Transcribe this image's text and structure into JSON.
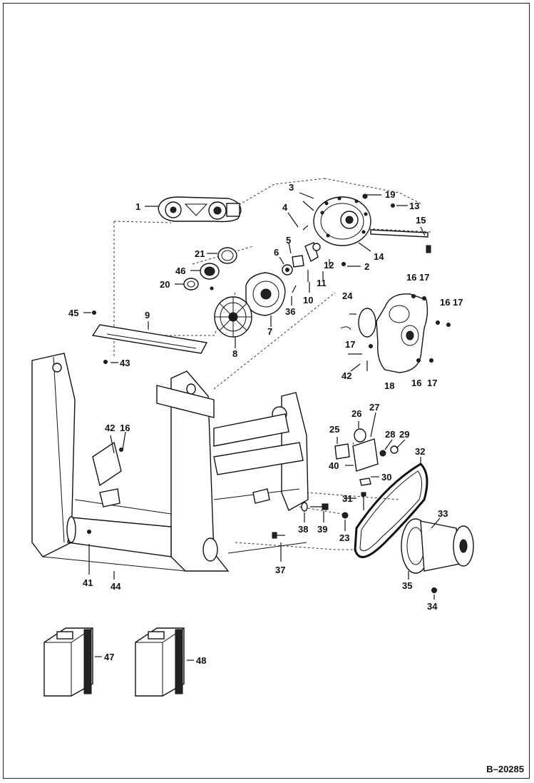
{
  "reference_code": "B–20285",
  "callouts": [
    {
      "id": "c1",
      "text": "1"
    },
    {
      "id": "c2",
      "text": "2"
    },
    {
      "id": "c3",
      "text": "3"
    },
    {
      "id": "c4",
      "text": "4"
    },
    {
      "id": "c5",
      "text": "5"
    },
    {
      "id": "c6",
      "text": "6"
    },
    {
      "id": "c7",
      "text": "7"
    },
    {
      "id": "c8",
      "text": "8"
    },
    {
      "id": "c9",
      "text": "9"
    },
    {
      "id": "c10",
      "text": "10"
    },
    {
      "id": "c11",
      "text": "11"
    },
    {
      "id": "c12",
      "text": "12"
    },
    {
      "id": "c13",
      "text": "13"
    },
    {
      "id": "c14",
      "text": "14"
    },
    {
      "id": "c15",
      "text": "15"
    },
    {
      "id": "c16a",
      "text": "16"
    },
    {
      "id": "c17a",
      "text": "17"
    },
    {
      "id": "c16b",
      "text": "16"
    },
    {
      "id": "c17b",
      "text": "17"
    },
    {
      "id": "c16c",
      "text": "16"
    },
    {
      "id": "c17c",
      "text": "17"
    },
    {
      "id": "c16d",
      "text": "16"
    },
    {
      "id": "c17d",
      "text": "17"
    },
    {
      "id": "c18",
      "text": "18"
    },
    {
      "id": "c19",
      "text": "19"
    },
    {
      "id": "c20",
      "text": "20"
    },
    {
      "id": "c21",
      "text": "21"
    },
    {
      "id": "c23",
      "text": "23"
    },
    {
      "id": "c24",
      "text": "24"
    },
    {
      "id": "c25",
      "text": "25"
    },
    {
      "id": "c26",
      "text": "26"
    },
    {
      "id": "c27",
      "text": "27"
    },
    {
      "id": "c28",
      "text": "28"
    },
    {
      "id": "c29",
      "text": "29"
    },
    {
      "id": "c30",
      "text": "30"
    },
    {
      "id": "c31",
      "text": "31"
    },
    {
      "id": "c32",
      "text": "32"
    },
    {
      "id": "c33",
      "text": "33"
    },
    {
      "id": "c34",
      "text": "34"
    },
    {
      "id": "c35",
      "text": "35"
    },
    {
      "id": "c36",
      "text": "36"
    },
    {
      "id": "c37",
      "text": "37"
    },
    {
      "id": "c38",
      "text": "38"
    },
    {
      "id": "c39",
      "text": "39"
    },
    {
      "id": "c40",
      "text": "40"
    },
    {
      "id": "c41",
      "text": "41"
    },
    {
      "id": "c42a",
      "text": "42"
    },
    {
      "id": "c42b",
      "text": "42"
    },
    {
      "id": "c43",
      "text": "43"
    },
    {
      "id": "c44",
      "text": "44"
    },
    {
      "id": "c45",
      "text": "45"
    },
    {
      "id": "c46",
      "text": "46"
    },
    {
      "id": "c47",
      "text": "47"
    },
    {
      "id": "c48",
      "text": "48"
    }
  ]
}
